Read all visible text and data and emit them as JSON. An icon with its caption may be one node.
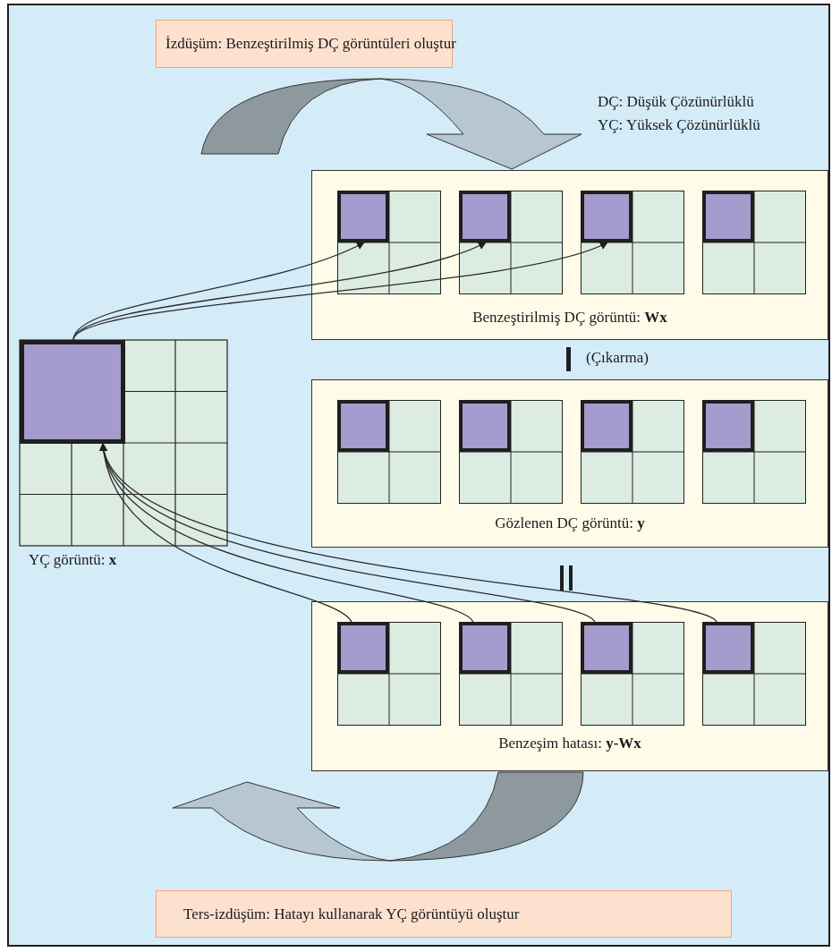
{
  "diagram": {
    "nodes": [
      {
        "text": [
          "İzdüşüm: Benzeştirilmiş DÇ görüntüleri oluştur"
        ]
      },
      {
        "text": [
          "Benzeştirilmiş DÇ görüntü: **Wx**"
        ]
      },
      {
        "text": [],
        "shape": "box",
        "in": 1
      },
      {
        "text": [],
        "shape": "box",
        "in": 1
      },
      {
        "text": [],
        "shape": "box",
        "in": 1
      },
      {
        "text": [],
        "shape": "box",
        "in": 1
      },
      {
        "text": [],
        "shape": "box"
      },
      {
        "text": [
          "Gözlenen DÇ görüntü: **y**"
        ]
      },
      {
        "text": [],
        "shape": "box",
        "in": 7
      },
      {
        "text": [],
        "shape": "box",
        "in": 7
      },
      {
        "text": [],
        "shape": "box",
        "in": 7
      },
      {
        "text": [],
        "shape": "box",
        "in": 7
      },
      {
        "text": [
          "Benzeşim hatası: **y-Wx**"
        ]
      },
      {
        "text": [],
        "shape": "box",
        "in": 12
      },
      {
        "text": [],
        "shape": "box",
        "in": 12
      },
      {
        "text": [],
        "shape": "box",
        "in": 12
      },
      {
        "text": [],
        "shape": "box",
        "in": 12
      },
      {
        "text": [
          "Ters-izdüşüm: Hatayı kullanarak YÇ görüntüyü oluştur"
        ]
      }
    ],
    "edges": [
      {
        "from": 0,
        "to": 1,
        "arrow": "to",
        "style": "thick"
      },
      {
        "from": 12,
        "to": null,
        "arrow": "to",
        "style": "thick"
      },
      {
        "from": 6,
        "to": 2,
        "arrow": "to"
      },
      {
        "from": 6,
        "to": 3,
        "arrow": "to"
      },
      {
        "from": 6,
        "to": 4,
        "arrow": "to"
      },
      {
        "from": 13,
        "to": 6,
        "arrow": "to"
      },
      {
        "from": 14,
        "to": 6,
        "arrow": "to"
      },
      {
        "from": 15,
        "to": 6,
        "arrow": "to"
      },
      {
        "from": 16,
        "to": 6,
        "arrow": "to"
      }
    ],
    "labels": [
      "DÇ: Düşük Çözünürlüklü",
      "YÇ: Yüksek Çözünürlüklü",
      "(Çıkarma)",
      "YÇ görüntü: **x**"
    ]
  }
}
